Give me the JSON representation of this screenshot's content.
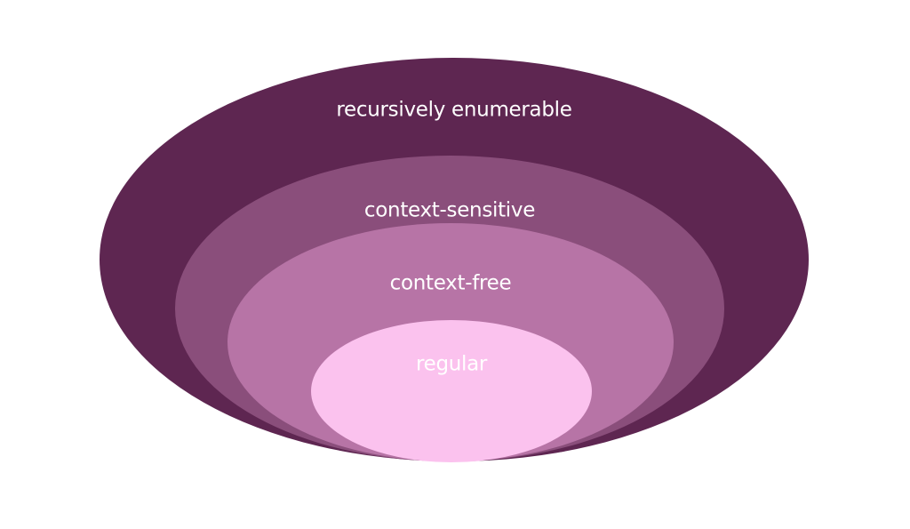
{
  "layers": [
    {
      "id": "recursively-enumerable",
      "label": "recursively enumerable",
      "color": "#5e2651",
      "text_color": "#ffffff"
    },
    {
      "id": "context-sensitive",
      "label": "context-sensitive",
      "color": "#8a4e7b",
      "text_color": "#ffffff"
    },
    {
      "id": "context-free",
      "label": "context-free",
      "color": "#b774a6",
      "text_color": "#ffffff"
    },
    {
      "id": "regular",
      "label": "regular",
      "color": "#fbc2ee",
      "text_color": "#ffffff"
    }
  ]
}
